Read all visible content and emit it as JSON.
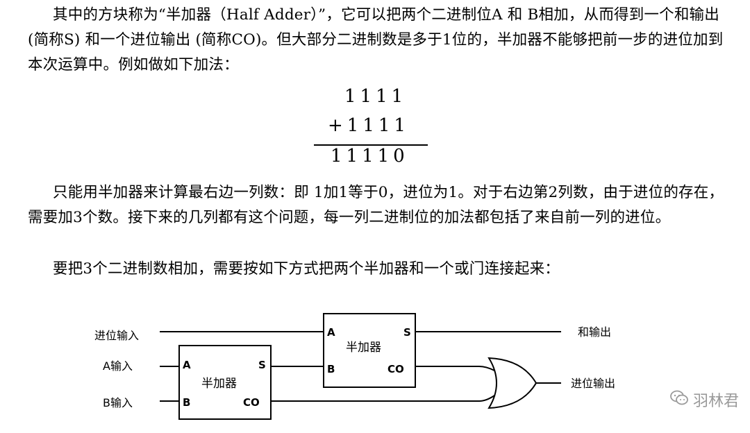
{
  "text": {
    "p1": "其中的方块称为“半加器（Half Adder）”，它可以把两个二进制位A 和 B相加，从而得到一个和输出 (简称S) 和一个进位输出 (简称CO)。但大部分二进制数是多于1位的，半加器不能够把前一步的进位加到本次运算中。例如做如下加法：",
    "p2": "只能用半加器来计算最右边一列数：即 1加1等于0，进位为1。对于右边第2列数，由于进位的存在，需要加3个数。接下来的几列都有这个问题，每一列二进制位的加法都包括了来自前一列的进位。",
    "p3": "要把3个二进制数相加，需要按如下方式把两个半加器和一个或门连接起来："
  },
  "sum": {
    "addend_a": "1111",
    "addend_b": "+1111",
    "result": "11110"
  },
  "diagram": {
    "input_carry": "进位输入",
    "input_a": "A输入",
    "input_b": "B输入",
    "output_sum": "和输出",
    "output_carry": "进位输出",
    "half_adder_label": "半加器",
    "pin_a": "A",
    "pin_b": "B",
    "pin_s": "S",
    "pin_co": "CO"
  },
  "watermark": "羽林君"
}
